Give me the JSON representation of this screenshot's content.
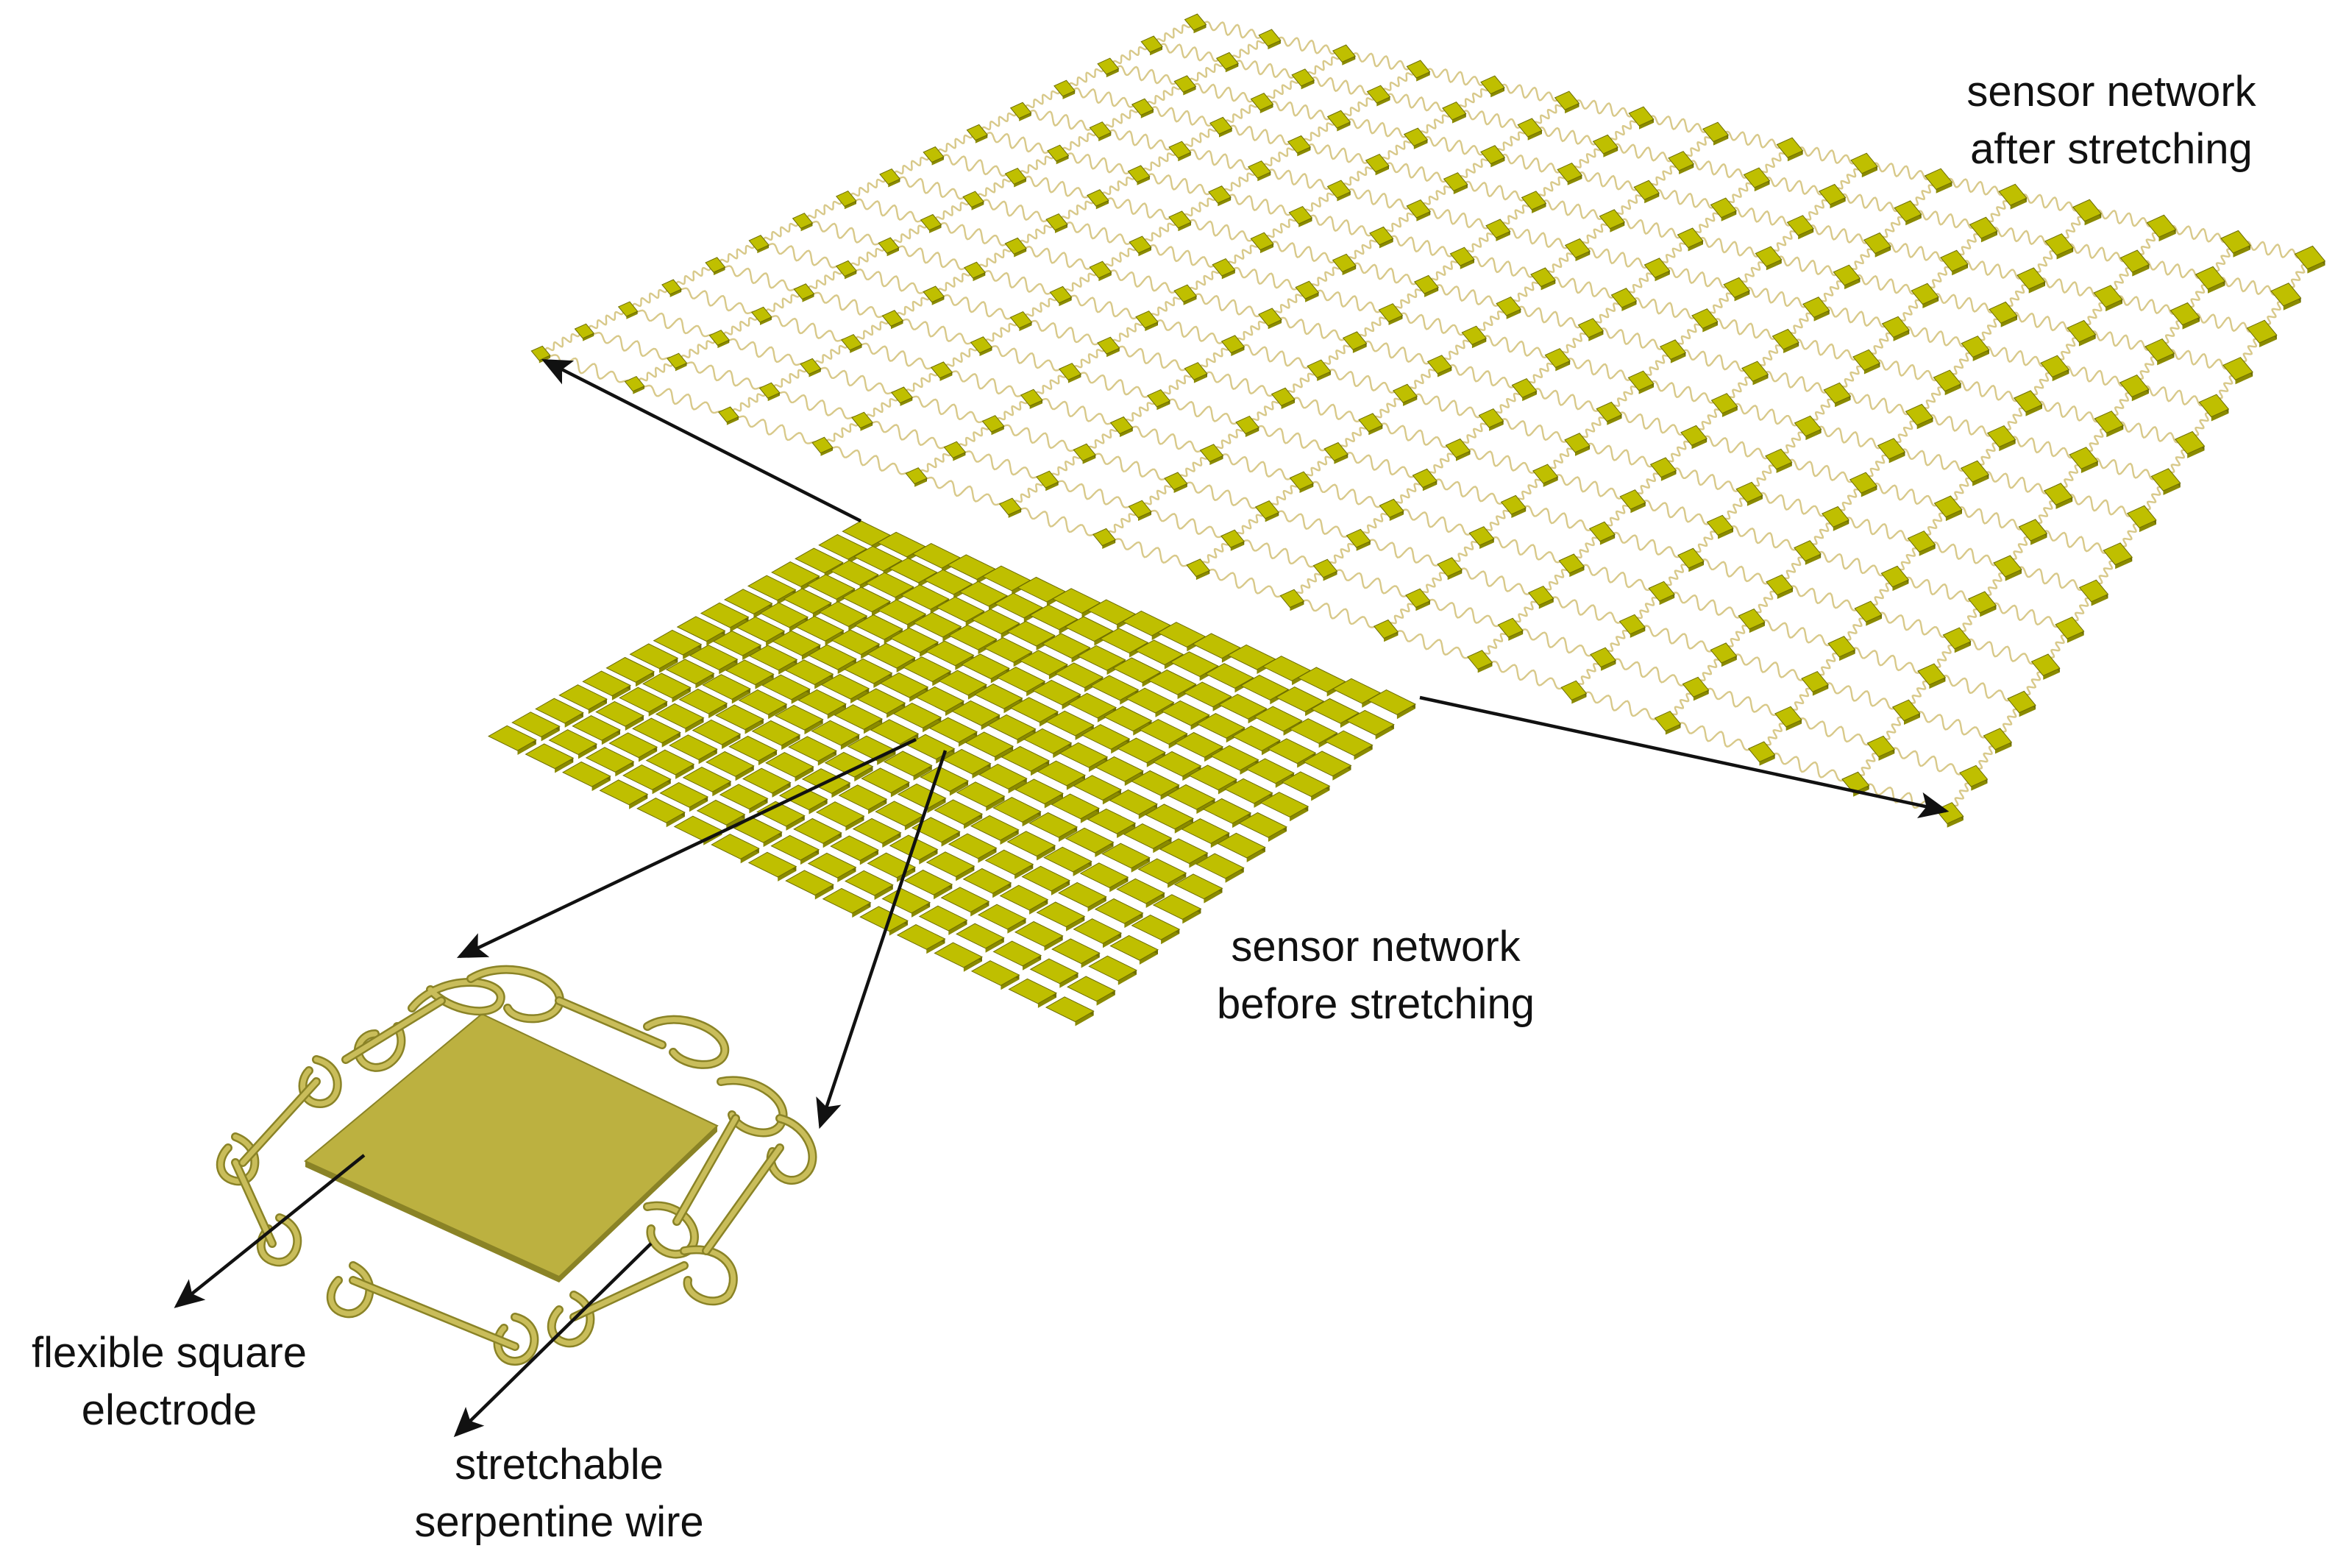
{
  "labels": {
    "after_stretching": {
      "line1": "sensor network",
      "line2": "after stretching"
    },
    "before_stretching": {
      "line1": "sensor network",
      "line2": "before stretching"
    },
    "electrode": {
      "line1": "flexible square",
      "line2": "electrode"
    },
    "wire": {
      "line1": "stretchable",
      "line2": "serpentine wire"
    }
  },
  "grids": {
    "before_stretching": {
      "rows": 16,
      "cols": 16
    },
    "after_stretching": {
      "rows": 16,
      "cols": 16
    }
  },
  "colors": {
    "pad_top": "#bfbf00",
    "pad_side": "#8a8a00",
    "pad_edge": "#6e6e00",
    "wire": "#d8c98a",
    "electrode": "#bcb140",
    "electrode_edge": "#8a8326",
    "serpentine": "#c9bd5a",
    "arrow": "#111111"
  }
}
